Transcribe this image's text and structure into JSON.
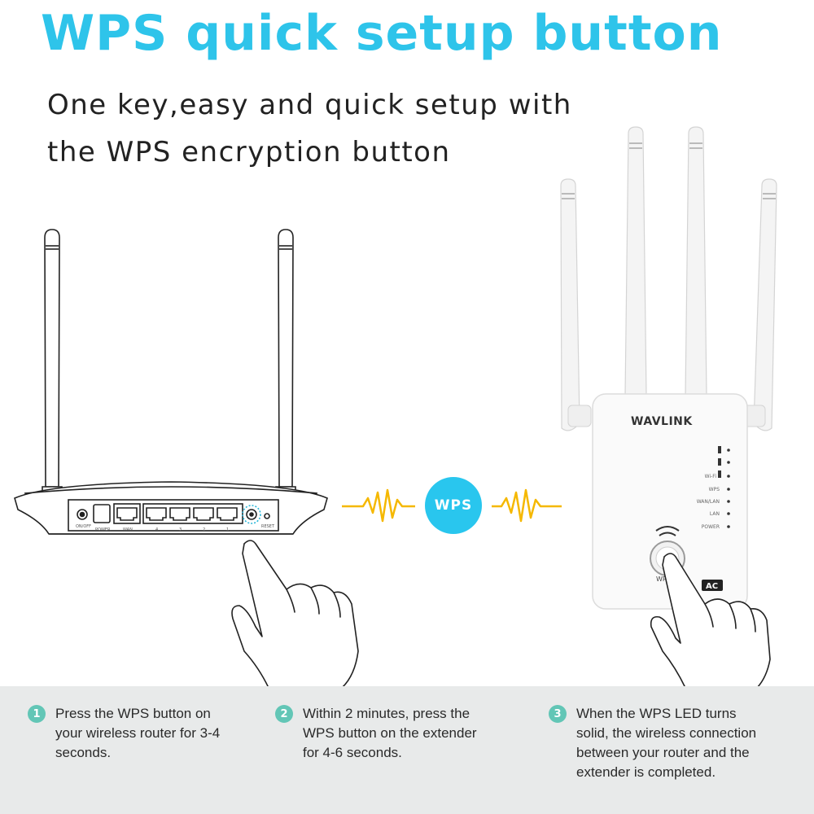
{
  "header": {
    "title": "WPS quick setup button",
    "subtitle_lines": [
      "One key,easy and quick setup with",
      "the  WPS encryption button"
    ]
  },
  "router": {
    "port_labels": [
      "ON/OFF",
      "POWER",
      "WAN",
      "4",
      "3",
      "2",
      "1",
      "RESET"
    ]
  },
  "signal": {
    "badge_label": "WPS",
    "accent_color": "#29c6ee",
    "wave_color": "#f5b800"
  },
  "extender": {
    "brand": "WAVLINK",
    "badge": "AC",
    "wps_label": "WPS",
    "led_labels": [
      "Wi-Fi",
      "WPS",
      "WAN/LAN",
      "LAN",
      "POWER"
    ]
  },
  "steps": [
    {
      "number": "1",
      "lines": [
        "Press the WPS button on",
        "your wireless router for 3-4",
        "seconds."
      ]
    },
    {
      "number": "2",
      "lines": [
        "Within 2 minutes, press the",
        "WPS button on the extender",
        "for 4-6 seconds."
      ]
    },
    {
      "number": "3",
      "lines": [
        "When the WPS LED turns",
        "solid, the wireless connection",
        "between your router and the",
        "extender is completed."
      ]
    }
  ]
}
